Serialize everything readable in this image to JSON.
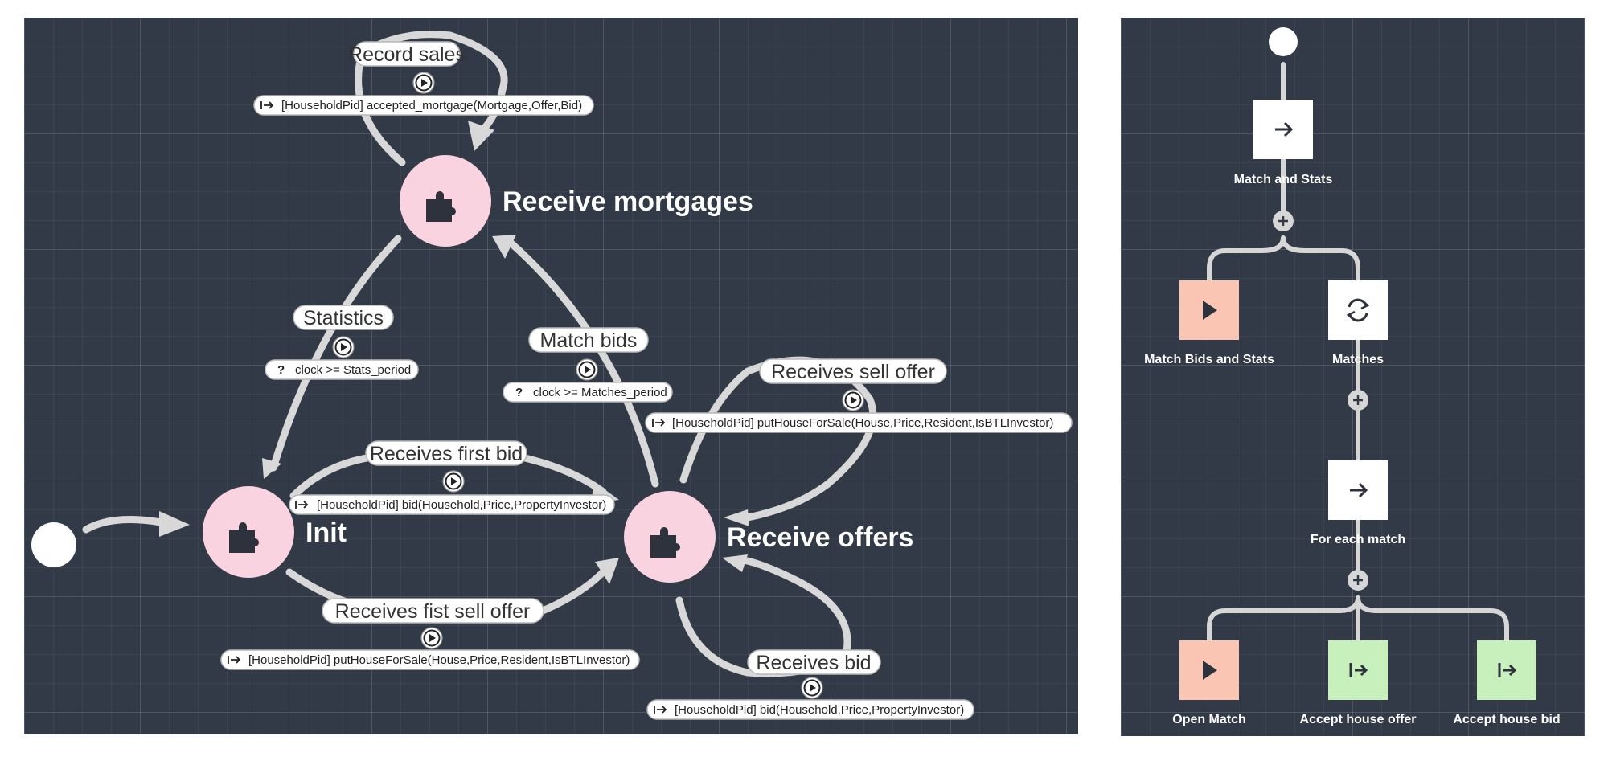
{
  "state_diagram": {
    "nodes": {
      "init": "Init",
      "receive_offers": "Receive offers",
      "receive_mortgages": "Receive mortgages"
    },
    "edges": {
      "record_sales": {
        "label": "Record sales",
        "condition": "[HouseholdPid] accepted_mortgage(Mortgage,Offer,Bid)"
      },
      "statistics": {
        "label": "Statistics",
        "condition": "clock >= Stats_period"
      },
      "match_bids": {
        "label": "Match bids",
        "condition": "clock >= Matches_period"
      },
      "receives_sell_offer": {
        "label": "Receives sell offer",
        "condition": "[HouseholdPid] putHouseForSale(House,Price,Resident,IsBTLInvestor)"
      },
      "receives_first_bid": {
        "label": "Receives first bid",
        "condition": "[HouseholdPid] bid(Household,Price,PropertyInvestor)"
      },
      "receives_first_sell_offer": {
        "label": "Receives fist sell offer",
        "condition": "[HouseholdPid] putHouseForSale(House,Price,Resident,IsBTLInvestor)"
      },
      "receives_bid": {
        "label": "Receives bid",
        "condition": "[HouseholdPid] bid(Household,Price,PropertyInvestor)"
      }
    },
    "icons": {
      "state": "puzzle-icon",
      "play": "play-icon",
      "timer_condition": "question-icon",
      "message_condition": "message-in-icon"
    },
    "colors": {
      "state_fill": "#f9d3df",
      "background": "#333a47",
      "edge": "#d8d8d8"
    }
  },
  "flow_diagram": {
    "nodes": {
      "match_and_stats": "Match and Stats",
      "match_bids_and_stats": "Match Bids and Stats",
      "matches": "Matches",
      "for_each_match": "For each match",
      "open_match": "Open Match",
      "accept_house_offer": "Accept house offer",
      "accept_house_bid": "Accept house bid"
    },
    "icons": {
      "sequence": "arrow-right-icon",
      "parallel": "plus-icon",
      "action": "play-icon",
      "loop": "refresh-icon",
      "receive": "arrow-to-bar-icon"
    },
    "colors": {
      "action_fill": "#fbc5b4",
      "receive_fill": "#c8f0bd",
      "box_fill": "#ffffff"
    }
  }
}
